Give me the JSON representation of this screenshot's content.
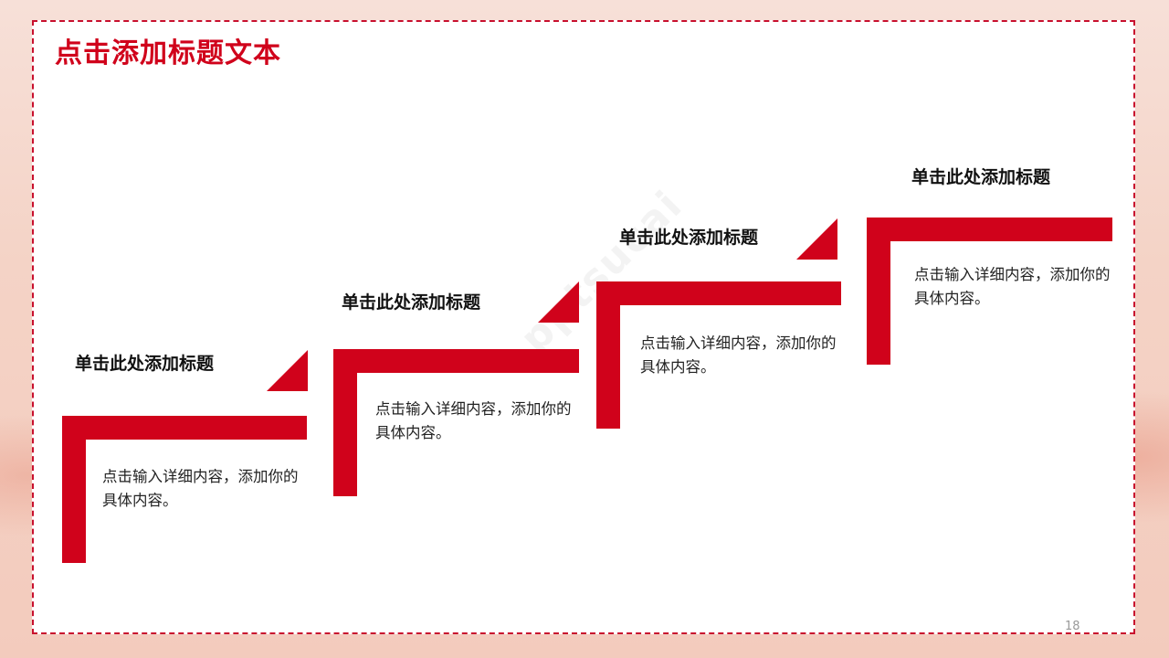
{
  "slide": {
    "title": "点击添加标题文本",
    "page_number": "18",
    "watermark": "pptsucai"
  },
  "steps": [
    {
      "title": "单击此处添加标题",
      "desc": "点击输入详细内容，添加你的具体内容。"
    },
    {
      "title": "单击此处添加标题",
      "desc": "点击输入详细内容，添加你的具体内容。"
    },
    {
      "title": "单击此处添加标题",
      "desc": "点击输入详细内容，添加你的具体内容。"
    },
    {
      "title": "单击此处添加标题",
      "desc": "点击输入详细内容，添加你的具体内容。"
    }
  ],
  "colors": {
    "accent": "#d0021b",
    "border": "#c8102e"
  }
}
